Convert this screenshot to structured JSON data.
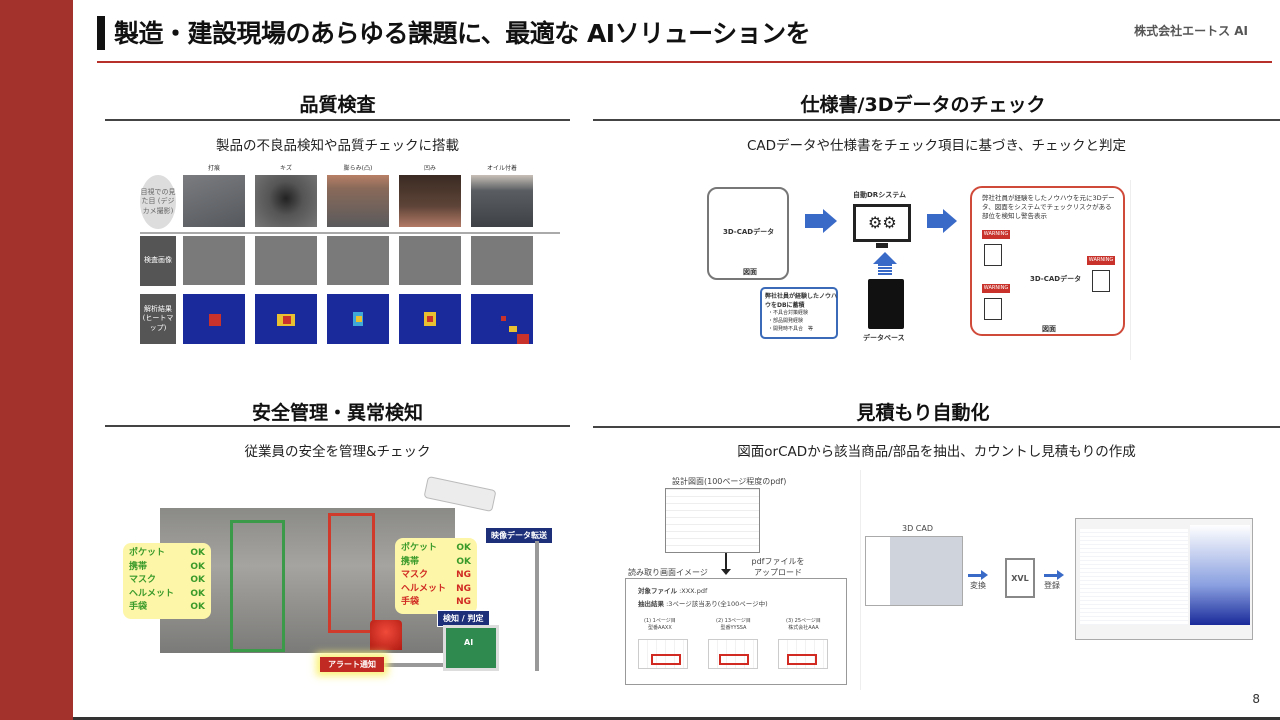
{
  "header": {
    "title": "製造・建設現場のあらゆる課題に、最適な AIソリューションを",
    "company": "株式会社エートス AI",
    "accent_color": "#a2322b"
  },
  "sections": {
    "quality": {
      "title": "品質検査",
      "subtitle": "製品の不良品検知や品質チェックに搭載",
      "columns": [
        "打痕",
        "キズ",
        "膨らみ(凸)",
        "凹み",
        "オイル付着"
      ],
      "rows": [
        "目視での見た目 (デジカメ撮影)",
        "検査画像",
        "解析結果 (ヒートマップ)"
      ]
    },
    "spec": {
      "title": "仕様書/3Dデータのチェック",
      "subtitle": "CADデータや仕様書をチェック項目に基づき、チェックと判定",
      "input_label_cad": "3D-CADデータ",
      "input_label_drawing": "図面",
      "system_label": "自動DRシステム",
      "db_label": "データベース",
      "knowledge_title": "弊社社員が経験したノウハウをDBに蓄積",
      "knowledge_items": [
        "・不具合対策経験",
        "・部品開発経験",
        "・開発時不具合　等"
      ],
      "output_text": "弊社社員が経験をしたノウハウを元に3Dデータ、図面をシステムでチェックリスクがある部位を検知し警告表示",
      "warning_label": "WARNING",
      "output_cad_label": "3D-CADデータ",
      "output_drawing_label": "図面"
    },
    "safety": {
      "title": "安全管理・異常検知",
      "subtitle": "従業員の安全を管理&チェック",
      "worker1": [
        {
          "item": "ポケット",
          "status": "OK"
        },
        {
          "item": "携帯",
          "status": "OK"
        },
        {
          "item": "マスク",
          "status": "OK"
        },
        {
          "item": "ヘルメット",
          "status": "OK"
        },
        {
          "item": "手袋",
          "status": "OK"
        }
      ],
      "worker2": [
        {
          "item": "ポケット",
          "status": "OK"
        },
        {
          "item": "携帯",
          "status": "OK"
        },
        {
          "item": "マスク",
          "status": "NG"
        },
        {
          "item": "ヘルメット",
          "status": "NG"
        },
        {
          "item": "手袋",
          "status": "NG"
        }
      ],
      "video_transfer_label": "映像データ転送",
      "detect_label": "検知 / 判定",
      "alert_label": "アラート通知",
      "ai_label": "AI"
    },
    "estimate": {
      "title": "見積もり自動化",
      "subtitle": "図面orCADから該当商品/部品を抽出、カウントし見積もりの作成",
      "plan_caption": "設計図面(100ページ程度のpdf)",
      "upload_caption": "pdfファイルをアップロード",
      "read_caption": "読み取り画面イメージ",
      "target_file_label": "対象ファイル",
      "target_file_value": ":XXX.pdf",
      "result_label": "抽出結果",
      "result_value": ":3ページ該当あり(全100ページ中)",
      "hits": [
        {
          "page": "(1) 1ページ目",
          "name": "型番AAXX"
        },
        {
          "page": "(2) 13ページ目",
          "name": "型番YYSSA"
        },
        {
          "page": "(3) 25ページ目",
          "name": "株式会社AAA"
        }
      ],
      "cad_caption": "3D CAD",
      "convert_label": "変換",
      "xvl_label": "XVL",
      "register_label": "登録"
    }
  },
  "page_number": "8"
}
